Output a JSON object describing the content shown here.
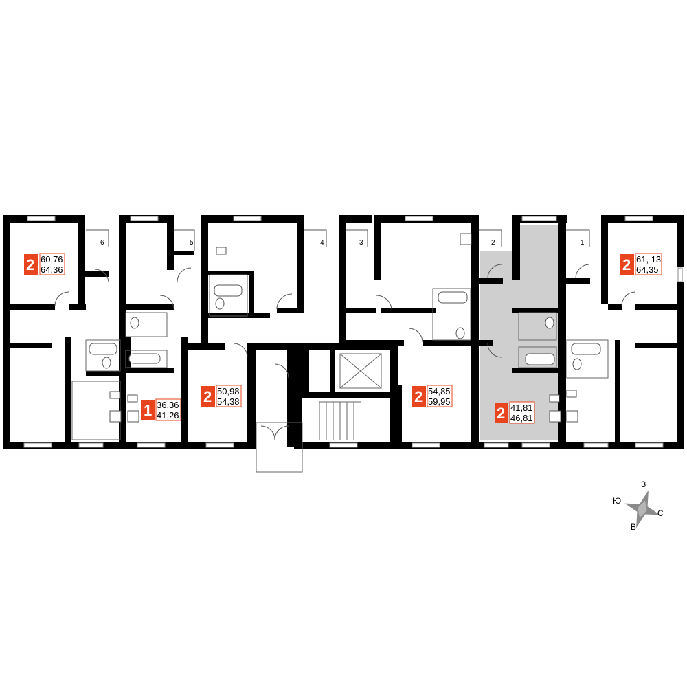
{
  "colors": {
    "accent": "#e8451e",
    "highlight": "#cfcfcf",
    "wall": "#000000"
  },
  "apartments": [
    {
      "rooms": "2",
      "area_1": "60,76",
      "area_2": "64,36"
    },
    {
      "rooms": "1",
      "area_1": "36,36",
      "area_2": "41,26"
    },
    {
      "rooms": "2",
      "area_1": "50,98",
      "area_2": "54,38"
    },
    {
      "rooms": "2",
      "area_1": "54,85",
      "area_2": "59,95"
    },
    {
      "rooms": "2",
      "area_1": "41,81",
      "area_2": "46,81",
      "highlighted": true
    },
    {
      "rooms": "2",
      "area_1": "61, 13",
      "area_2": "64,35"
    }
  ],
  "door_numbers": [
    "6",
    "5",
    "4",
    "3",
    "2",
    "1"
  ],
  "compass": {
    "north": "З",
    "east": "С",
    "south": "В",
    "west": "Ю"
  }
}
